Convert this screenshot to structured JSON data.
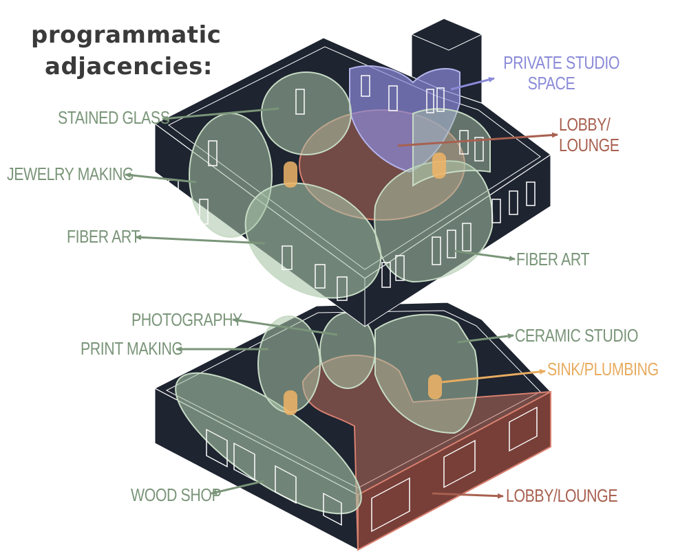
{
  "title": {
    "line1": "programmatic",
    "line2": "adjacencies:"
  },
  "colors": {
    "building": "#1e2430",
    "edge": "#ffffff",
    "green_zone": "#a9c4a8",
    "green_label": "#7a9579",
    "purple_zone": "#8a8ad8",
    "purple_label": "#8a8ad8",
    "red_zone": "#b86a5a",
    "red_label": "#a8604f",
    "orange_zone": "#f0b466",
    "orange_label": "#e8ac60"
  },
  "labels": {
    "private_studio_line1": "PRIVATE STUDIO",
    "private_studio_line2": "SPACE",
    "stained_glass": "STAINED GLASS",
    "lobby_upper_line1": "LOBBY/",
    "lobby_upper_line2": "LOUNGE",
    "jewelry_making": "JEWELRY MAKING",
    "fiber_art_left": "FIBER ART",
    "fiber_art_right": "FIBER ART",
    "photography": "PHOTOGRAPHY",
    "ceramic_studio": "CERAMIC STUDIO",
    "print_making": "PRINT MAKING",
    "sink_plumbing": "SINK/PLUMBING",
    "wood_shop": "WOOD SHOP",
    "lobby_lower": "LOBBY/LOUNGE"
  }
}
